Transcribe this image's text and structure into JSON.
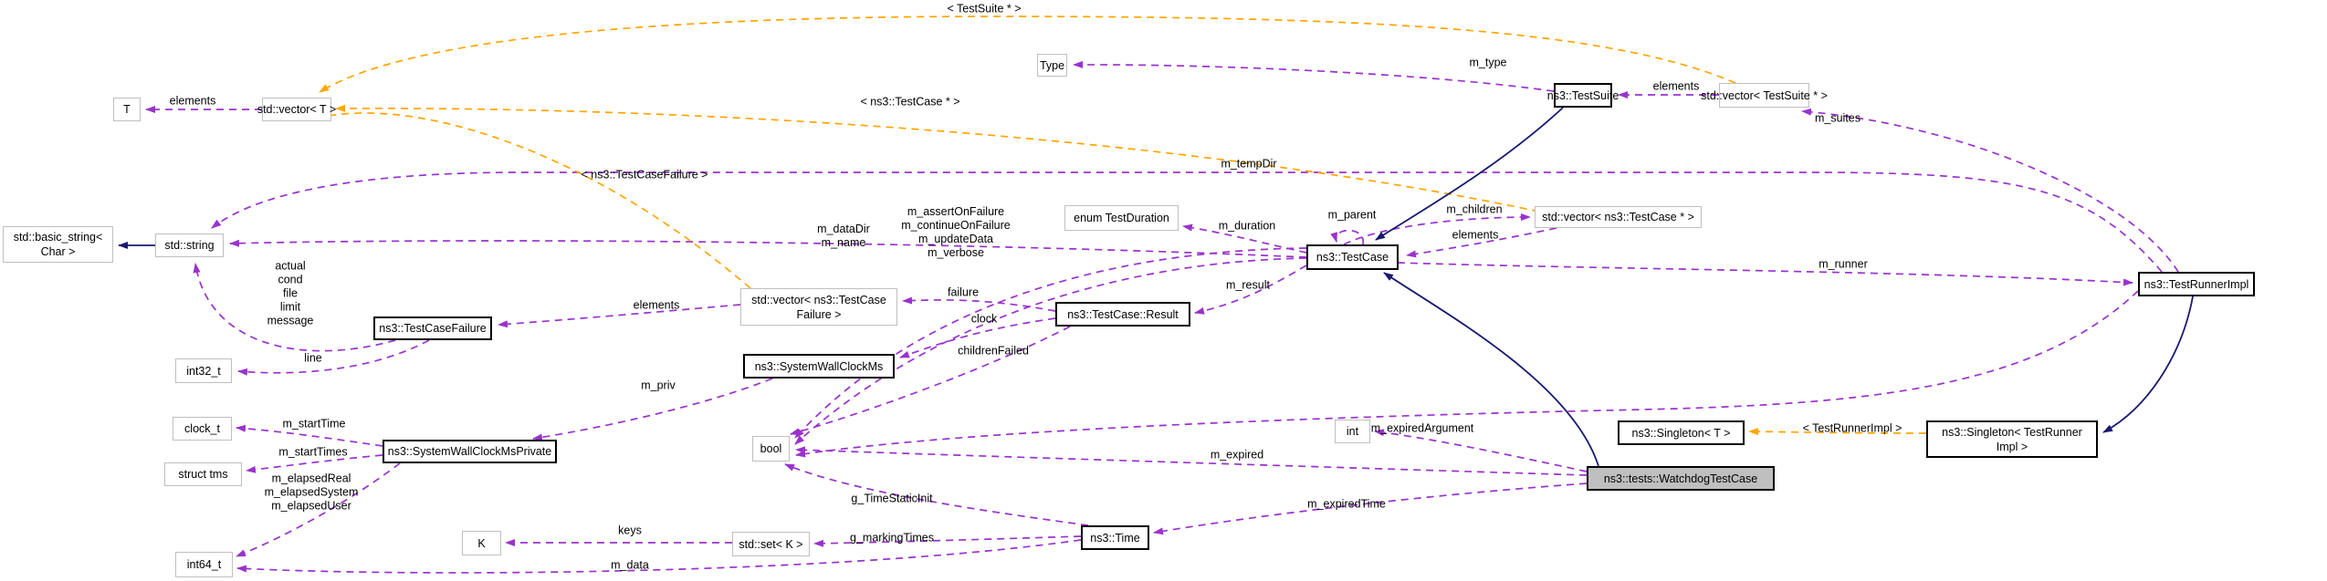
{
  "diagram": {
    "kind": "doxygen-collaboration-graph",
    "current_class": "ns3::tests::WatchdogTestCase",
    "colors": {
      "usage_edge": "#9a32cd",
      "template_edge": "#ffa500",
      "inheritance_edge": "#191970",
      "plain_border": "#bfbfbf",
      "class_border": "#000000",
      "current_fill": "#bfbfbf",
      "node_fill": "#ffffff",
      "background": "#ffffff",
      "text": "#000000"
    },
    "nodes": [
      {
        "id": "t",
        "label": "T",
        "kind": "plain"
      },
      {
        "id": "vector-t",
        "label": "std::vector< T >",
        "kind": "plain"
      },
      {
        "id": "type",
        "label": "Type",
        "kind": "plain"
      },
      {
        "id": "testsuite",
        "label": "ns3::TestSuite",
        "kind": "class"
      },
      {
        "id": "vector-testsuite",
        "label": "std::vector< TestSuite * >",
        "kind": "plain"
      },
      {
        "id": "basic-string",
        "label": "std::basic_string<\nChar >",
        "kind": "plain"
      },
      {
        "id": "string",
        "label": "std::string",
        "kind": "plain"
      },
      {
        "id": "int32-t",
        "label": "int32_t",
        "kind": "plain"
      },
      {
        "id": "testcasefailure",
        "label": "ns3::TestCaseFailure",
        "kind": "class"
      },
      {
        "id": "vector-testcasefailure",
        "label": "std::vector< ns3::TestCase\nFailure >",
        "kind": "plain"
      },
      {
        "id": "systemwallclockms",
        "label": "ns3::SystemWallClockMs",
        "kind": "class"
      },
      {
        "id": "enum-testduration",
        "label": "enum TestDuration",
        "kind": "plain"
      },
      {
        "id": "testcase",
        "label": "ns3::TestCase",
        "kind": "class"
      },
      {
        "id": "vector-testcase",
        "label": "std::vector< ns3::TestCase * >",
        "kind": "plain"
      },
      {
        "id": "testcase-result",
        "label": "ns3::TestCase::Result",
        "kind": "class"
      },
      {
        "id": "testrunnerimpl",
        "label": "ns3::TestRunnerImpl",
        "kind": "class"
      },
      {
        "id": "clock-t",
        "label": "clock_t",
        "kind": "plain"
      },
      {
        "id": "struct-tms",
        "label": "struct tms",
        "kind": "plain"
      },
      {
        "id": "swcm-private",
        "label": "ns3::SystemWallClockMsPrivate",
        "kind": "class"
      },
      {
        "id": "bool",
        "label": "bool",
        "kind": "plain"
      },
      {
        "id": "int",
        "label": "int",
        "kind": "plain"
      },
      {
        "id": "singleton-t",
        "label": "ns3::Singleton< T >",
        "kind": "class"
      },
      {
        "id": "singleton-tri",
        "label": "ns3::Singleton< TestRunner\nImpl >",
        "kind": "class"
      },
      {
        "id": "watchdog",
        "label": "ns3::tests::WatchdogTestCase",
        "kind": "current"
      },
      {
        "id": "k",
        "label": "K",
        "kind": "plain"
      },
      {
        "id": "set-k",
        "label": "std::set< K >",
        "kind": "plain"
      },
      {
        "id": "time",
        "label": "ns3::Time",
        "kind": "class"
      },
      {
        "id": "int64-t",
        "label": "int64_t",
        "kind": "plain"
      }
    ],
    "edge_labels": [
      {
        "id": "elements-vector-t",
        "text": "elements"
      },
      {
        "id": "tmpl-testsuite",
        "text": "< TestSuite * >"
      },
      {
        "id": "tmpl-testcase",
        "text": "< ns3::TestCase * >"
      },
      {
        "id": "m-type",
        "text": "m_type"
      },
      {
        "id": "elements-vector-testsuite",
        "text": "elements"
      },
      {
        "id": "m-suites",
        "text": "m_suites"
      },
      {
        "id": "m-tempdir",
        "text": "m_tempDir"
      },
      {
        "id": "tmpl-testcasefailure",
        "text": "< ns3::TestCaseFailure >"
      },
      {
        "id": "m-datadir-m-name",
        "text": "m_dataDir\nm_name"
      },
      {
        "id": "string-fields",
        "text": "actual\ncond\nfile\nlimit\nmessage"
      },
      {
        "id": "line",
        "text": "line"
      },
      {
        "id": "elements-vector-tcf",
        "text": "elements"
      },
      {
        "id": "failure",
        "text": "failure"
      },
      {
        "id": "clock",
        "text": "clock"
      },
      {
        "id": "childrenfailed",
        "text": "childrenFailed"
      },
      {
        "id": "m-result",
        "text": "m_result"
      },
      {
        "id": "m-duration",
        "text": "m_duration"
      },
      {
        "id": "m-parent",
        "text": "m_parent"
      },
      {
        "id": "m-children",
        "text": "m_children"
      },
      {
        "id": "elements-vector-testcase",
        "text": "elements"
      },
      {
        "id": "m-runner",
        "text": "m_runner"
      },
      {
        "id": "bool-fields",
        "text": "m_assertOnFailure\nm_continueOnFailure\nm_updateData\nm_verbose"
      },
      {
        "id": "m-expiredargument",
        "text": "m_expiredArgument"
      },
      {
        "id": "m-expired",
        "text": "m_expired"
      },
      {
        "id": "m-expiredtime",
        "text": "m_expiredTime"
      },
      {
        "id": "g-timestaticinit",
        "text": "g_TimeStaticInit"
      },
      {
        "id": "g-markingtimes",
        "text": "g_markingTimes"
      },
      {
        "id": "keys",
        "text": "keys"
      },
      {
        "id": "m-data",
        "text": "m_data"
      },
      {
        "id": "m-starttime",
        "text": "m_startTime"
      },
      {
        "id": "m-starttimes",
        "text": "m_startTimes"
      },
      {
        "id": "elapsed-fields",
        "text": "m_elapsedReal\nm_elapsedSystem\nm_elapsedUser"
      },
      {
        "id": "m-priv",
        "text": "m_priv"
      },
      {
        "id": "tmpl-testrunnerimpl",
        "text": "< TestRunnerImpl >"
      }
    ],
    "edges": [
      {
        "id": "elements-vector-t",
        "kind": "usage",
        "from": "vector-t",
        "to": "t"
      },
      {
        "id": "m-type",
        "kind": "usage",
        "from": "testsuite",
        "to": "type"
      },
      {
        "id": "elements-vector-testsuite",
        "kind": "usage",
        "from": "vector-testsuite",
        "to": "testsuite"
      },
      {
        "id": "m-suites",
        "kind": "usage",
        "from": "testrunnerimpl",
        "to": "vector-testsuite"
      },
      {
        "id": "m-tempdir",
        "kind": "usage",
        "from": "testrunnerimpl",
        "to": "string"
      },
      {
        "id": "m-datadir-m-name",
        "kind": "usage",
        "from": "testcase",
        "to": "string"
      },
      {
        "id": "string-fields",
        "kind": "usage",
        "from": "testcasefailure",
        "to": "string"
      },
      {
        "id": "line",
        "kind": "usage",
        "from": "testcasefailure",
        "to": "int32-t"
      },
      {
        "id": "elements-vector-tcf",
        "kind": "usage",
        "from": "vector-testcasefailure",
        "to": "testcasefailure"
      },
      {
        "id": "failure",
        "kind": "usage",
        "from": "testcase-result",
        "to": "vector-testcasefailure"
      },
      {
        "id": "clock",
        "kind": "usage",
        "from": "testcase-result",
        "to": "systemwallclockms"
      },
      {
        "id": "childrenfailed",
        "kind": "usage",
        "from": "testcase-result",
        "to": "bool"
      },
      {
        "id": "m-result",
        "kind": "usage",
        "from": "testcase",
        "to": "testcase-result"
      },
      {
        "id": "m-duration",
        "kind": "usage",
        "from": "testcase",
        "to": "enum-testduration"
      },
      {
        "id": "m-parent",
        "kind": "usage",
        "from": "testcase",
        "to": "testcase"
      },
      {
        "id": "m-children",
        "kind": "usage",
        "from": "testcase",
        "to": "vector-testcase"
      },
      {
        "id": "elements-vector-testcase",
        "kind": "usage",
        "from": "vector-testcase",
        "to": "testcase"
      },
      {
        "id": "m-runner",
        "kind": "usage",
        "from": "testcase",
        "to": "testrunnerimpl"
      },
      {
        "id": "bool-bundle-1",
        "kind": "usage",
        "from": "testcase",
        "to": "bool"
      },
      {
        "id": "bool-bundle-2",
        "kind": "usage",
        "from": "testcase",
        "to": "bool"
      },
      {
        "id": "bool-bundle-3",
        "kind": "usage",
        "from": "testrunnerimpl",
        "to": "bool"
      },
      {
        "id": "m-expired",
        "kind": "usage",
        "from": "watchdog",
        "to": "bool"
      },
      {
        "id": "g-timestaticinit",
        "kind": "usage",
        "from": "time",
        "to": "bool"
      },
      {
        "id": "m-priv",
        "kind": "usage",
        "from": "systemwallclockms",
        "to": "swcm-private"
      },
      {
        "id": "m-starttime",
        "kind": "usage",
        "from": "swcm-private",
        "to": "clock-t"
      },
      {
        "id": "m-starttimes",
        "kind": "usage",
        "from": "swcm-private",
        "to": "struct-tms"
      },
      {
        "id": "m-elapsed",
        "kind": "usage",
        "from": "swcm-private",
        "to": "int64-t"
      },
      {
        "id": "m-data",
        "kind": "usage",
        "from": "time",
        "to": "int64-t"
      },
      {
        "id": "keys",
        "kind": "usage",
        "from": "set-k",
        "to": "k"
      },
      {
        "id": "g-markingtimes",
        "kind": "usage",
        "from": "time",
        "to": "set-k"
      },
      {
        "id": "m-expiredtime",
        "kind": "usage",
        "from": "watchdog",
        "to": "time"
      },
      {
        "id": "m-expiredargument",
        "kind": "usage",
        "from": "watchdog",
        "to": "int"
      },
      {
        "id": "tmpl-testsuite",
        "kind": "template",
        "from": "vector-testsuite",
        "to": "vector-t"
      },
      {
        "id": "tmpl-testcase",
        "kind": "template",
        "from": "vector-testcase",
        "to": "vector-t"
      },
      {
        "id": "tmpl-testcasefailure",
        "kind": "template",
        "from": "vector-testcasefailure",
        "to": "vector-t"
      },
      {
        "id": "tmpl-testrunnerimpl",
        "kind": "template",
        "from": "singleton-tri",
        "to": "singleton-t"
      },
      {
        "id": "inherit-string",
        "kind": "inheritance",
        "from": "string",
        "to": "basic-string"
      },
      {
        "id": "inherit-testsuite",
        "kind": "inheritance",
        "from": "testsuite",
        "to": "testcase"
      },
      {
        "id": "inherit-watchdog",
        "kind": "inheritance",
        "from": "watchdog",
        "to": "testcase"
      },
      {
        "id": "inherit-testrunnerimpl",
        "kind": "inheritance",
        "from": "testrunnerimpl",
        "to": "singleton-tri"
      }
    ]
  }
}
